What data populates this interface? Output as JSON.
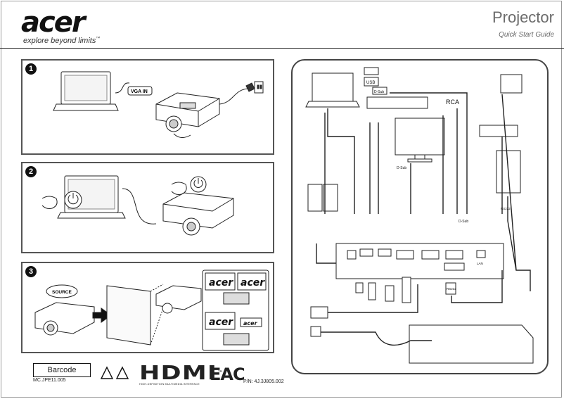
{
  "header": {
    "logo": "acer",
    "tagline": "explore beyond limits",
    "tagline_tm": "™",
    "title": "Projector",
    "subtitle": "Quick Start Guide"
  },
  "steps": [
    {
      "number": "1",
      "vga_label": "VGA IN"
    },
    {
      "number": "2"
    },
    {
      "number": "3",
      "source_label": "SOURCE",
      "logo_samples": [
        "acer",
        "acer",
        "acer",
        "acer"
      ]
    }
  ],
  "diagram": {
    "labels": {
      "rca": "RCA",
      "usb": "USB",
      "dsub_1": "D-Sub",
      "dsub_2": "D-Sub",
      "dsub_3": "D-Sub",
      "rs232_1": "RS232",
      "rs232_2": "RS232",
      "lan": "LAN"
    }
  },
  "footer": {
    "barcode_label": "Barcode",
    "model": "MC.JPE11.005",
    "hdmi_logo": "HDMI",
    "hdmi_tm": "™",
    "hdmi_tagline": "HIGH-DEFINITION MULTIMEDIA INTERFACE",
    "eac_mark": "EAC",
    "part_number": "P/N: 4J.3J805.002"
  }
}
